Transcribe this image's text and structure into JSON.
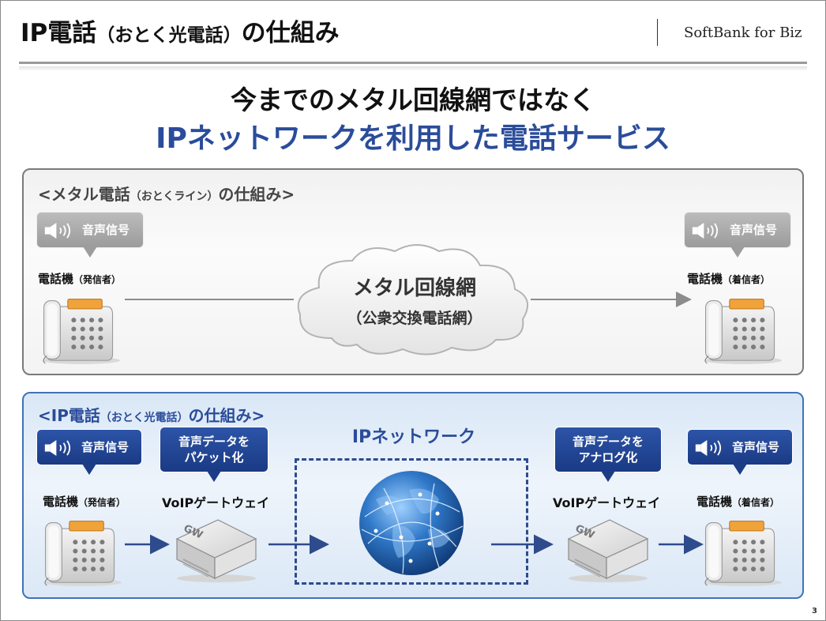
{
  "page": {
    "title_main": "IP電話",
    "title_paren": "（おとく光電話）",
    "title_end": "の仕組み",
    "brand": "SoftBank for Biz",
    "heading_line1": "今までのメタル回線網ではなく",
    "heading_line2": "IPネットワークを利用した電話サービス",
    "page_number": "3"
  },
  "metal_section": {
    "title_a": "<メタル電話",
    "title_paren": "（おとくライン）",
    "title_b": "の仕組み>",
    "left_bubble": "音声信号",
    "right_bubble": "音声信号",
    "left_phone_label": "電話機",
    "left_phone_role": "（発信者）",
    "right_phone_label": "電話機",
    "right_phone_role": "（着信者）",
    "cloud_label": "メタル回線網",
    "cloud_sublabel": "（公衆交換電話網）"
  },
  "ip_section": {
    "title_a": "<IP電話",
    "title_paren": "（おとく光電話）",
    "title_b": "の仕組み>",
    "left_bubble": "音声信号",
    "gateway_left_bubble_line1": "音声データを",
    "gateway_left_bubble_line2": "パケット化",
    "gateway_right_bubble_line1": "音声データを",
    "gateway_right_bubble_line2": "アナログ化",
    "right_bubble": "音声信号",
    "left_phone_label": "電話機",
    "left_phone_role": "（発信者）",
    "gateway_left_label": "VoIPゲートウェイ",
    "gateway_right_label": "VoIPゲートウェイ",
    "right_phone_label": "電話機",
    "right_phone_role": "（着信者）",
    "network_label": "IPネットワーク",
    "gateway_badge": "GW"
  },
  "icons": {
    "phone": "desk-phone-icon",
    "speaker": "speaker-icon",
    "cloud": "cloud-icon",
    "globe": "globe-icon",
    "gateway": "gateway-box-icon",
    "arrow": "arrow-right-icon"
  },
  "colors": {
    "accent_blue": "#2a4c9a",
    "bubble_gray": "#9b9b9b",
    "bubble_blue": "#1a3a84",
    "phone_orange": "#f0a33a"
  }
}
